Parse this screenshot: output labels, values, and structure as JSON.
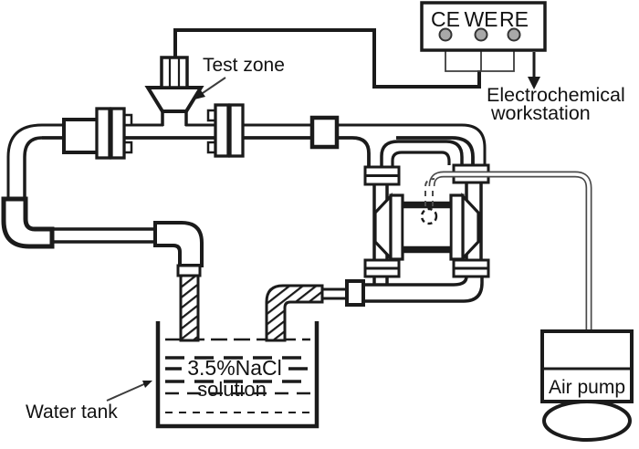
{
  "labels": {
    "test_zone": "Test zone",
    "electrochemical_1": "Electrochemical",
    "electrochemical_2": "workstation",
    "water_tank": "Water tank",
    "solution_1": "3.5%NaCl",
    "solution_2": "solution",
    "air_pump": "Air pump"
  },
  "workstation": {
    "terminals": [
      "CE",
      "WE",
      "RE"
    ]
  },
  "colors": {
    "line": "#1b1b1b",
    "wire": "#3c3c3c",
    "tube": "#4a4a4a",
    "terminal": "#a8a8a8",
    "text": "#111111"
  }
}
